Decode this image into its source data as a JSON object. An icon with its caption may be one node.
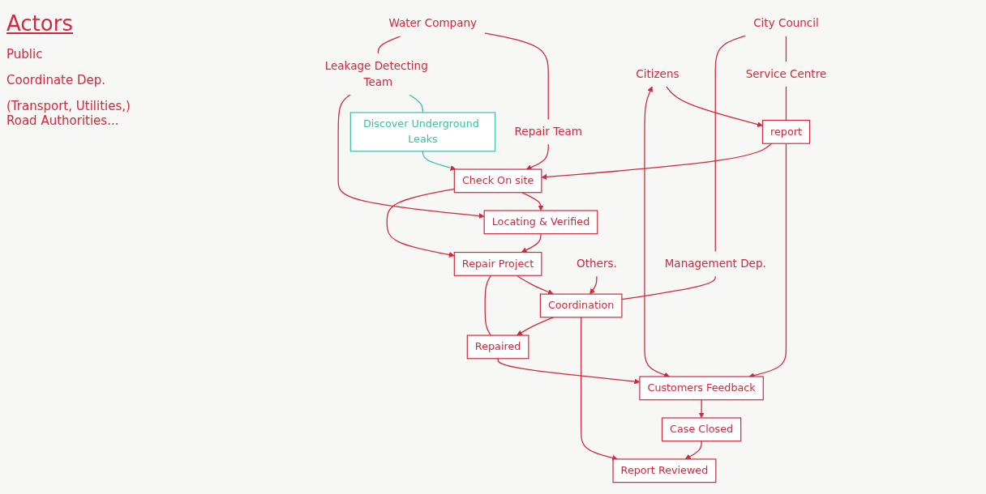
{
  "diagram": {
    "title": "Actors",
    "nodes": [
      {
        "text": [
          "City Council"
        ]
      },
      {
        "text": [
          "Service Centre"
        ]
      },
      {
        "text": [
          "Management Dep."
        ]
      },
      {
        "text": [
          "Water Company"
        ]
      },
      {
        "text": [
          "Repair Team"
        ]
      },
      {
        "text": [
          "Leakage Detecting Team"
        ]
      },
      {
        "text": [
          "Citizens"
        ]
      },
      {
        "text": [
          "Others."
        ]
      },
      {
        "text": [
          "report"
        ]
      },
      {
        "text": [
          "Check On site"
        ]
      },
      {
        "text": [
          "Locating & Verified"
        ]
      },
      {
        "text": [
          "Discover Underground Leaks"
        ]
      },
      {
        "text": [
          "Repair Project"
        ]
      },
      {
        "text": [
          "Coordination"
        ]
      },
      {
        "text": [
          "Repaired"
        ]
      },
      {
        "text": [
          "Customers Feedback"
        ]
      },
      {
        "text": [
          "Case Closed"
        ]
      },
      {
        "text": [
          "Report Reviewed"
        ]
      }
    ],
    "edges": [
      {
        "from": 0,
        "to": 1,
        "arrow": "none"
      },
      {
        "from": 0,
        "to": 2,
        "arrow": "none"
      },
      {
        "from": 3,
        "to": 4,
        "arrow": "none"
      },
      {
        "from": 3,
        "to": 5,
        "arrow": "none"
      },
      {
        "from": 1,
        "to": 8,
        "arrow": "none"
      },
      {
        "from": 8,
        "to": 15,
        "arrow": "to"
      },
      {
        "from": 8,
        "to": 9,
        "arrow": "to"
      },
      {
        "from": 6,
        "to": 8,
        "arrow": "to"
      },
      {
        "from": 6,
        "to": 15,
        "arrow": "both"
      },
      {
        "from": 4,
        "to": 9,
        "arrow": "to"
      },
      {
        "from": 5,
        "to": 11,
        "arrow": "none",
        "color": "#3cbfa8"
      },
      {
        "from": 11,
        "to": 9,
        "arrow": "to",
        "color": "#3cbfa8"
      },
      {
        "from": 5,
        "to": 10,
        "arrow": "to"
      },
      {
        "from": 9,
        "to": 10,
        "arrow": "to"
      },
      {
        "from": 9,
        "to": 12,
        "arrow": "to"
      },
      {
        "from": 10,
        "to": 12,
        "arrow": "to"
      },
      {
        "from": 12,
        "to": 13,
        "arrow": "to"
      },
      {
        "from": 2,
        "to": 13,
        "arrow": "none"
      },
      {
        "from": 13,
        "to": 17,
        "arrow": "to"
      },
      {
        "from": 13,
        "to": 14,
        "arrow": "to"
      },
      {
        "from": 12,
        "to": 14,
        "arrow": "none"
      },
      {
        "from": 14,
        "to": 15,
        "arrow": "to"
      },
      {
        "from": 7,
        "to": 13,
        "arrow": "to"
      },
      {
        "from": 15,
        "to": 16,
        "arrow": "to"
      },
      {
        "from": 16,
        "to": 17,
        "arrow": "to"
      }
    ],
    "labels": [
      "Public",
      "Coordinate Dep.",
      "(Transport, Utilities,) Road Authorities..."
    ]
  }
}
